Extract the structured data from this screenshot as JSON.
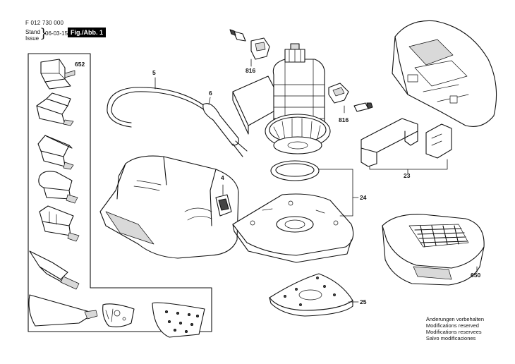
{
  "header": {
    "doc_number": "F 012 730 000",
    "stand_label": "Stand",
    "issue_label": "Issue",
    "date": "06-03-15",
    "fig_label": "Fig./Abb. 1"
  },
  "callouts": {
    "c652": "652",
    "c816a": "816",
    "c816b": "816",
    "c5": "5",
    "c6": "6",
    "c4": "4",
    "c23": "23",
    "c24": "24",
    "c25": "25",
    "c650": "650"
  },
  "footer": {
    "line1": "Änderungen vorbehalten",
    "line2": "Modifications reserved",
    "line3": "Modifications reservees",
    "line4": "Salvo modificaciones"
  }
}
